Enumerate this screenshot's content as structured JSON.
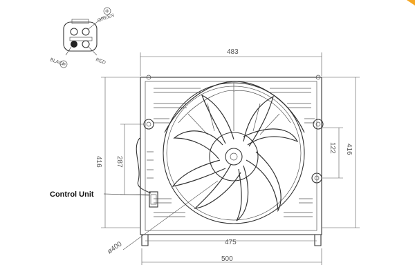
{
  "connector": {
    "pin_labels": [
      "GREEN",
      "BLACK",
      "RED"
    ]
  },
  "dimensions": {
    "overall_width": "483",
    "shroud_width": "475",
    "bracket_width": "500",
    "left_height": "416",
    "right_height": "416",
    "left_offset": "287",
    "right_offset": "122",
    "fan_diameter": "ø400"
  },
  "callouts": {
    "control_unit": "Control Unit"
  },
  "colors": {
    "line": "#333333",
    "accent": "#f5a623"
  }
}
